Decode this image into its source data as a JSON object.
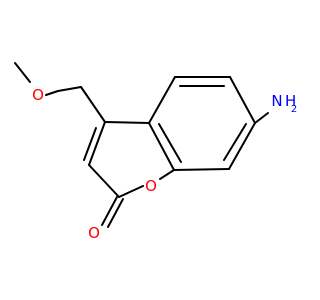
{
  "molecule": {
    "atoms": {
      "methoxy_oxygen": "O",
      "ring_oxygen": "O",
      "carbonyl_oxygen": "O",
      "amine_nitrogen": "N",
      "amine_hydrogen": "H",
      "amine_subscript": "2"
    },
    "colors": {
      "bond": "#000000",
      "oxygen": "#ff0000",
      "nitrogen": "#0000ff"
    }
  }
}
